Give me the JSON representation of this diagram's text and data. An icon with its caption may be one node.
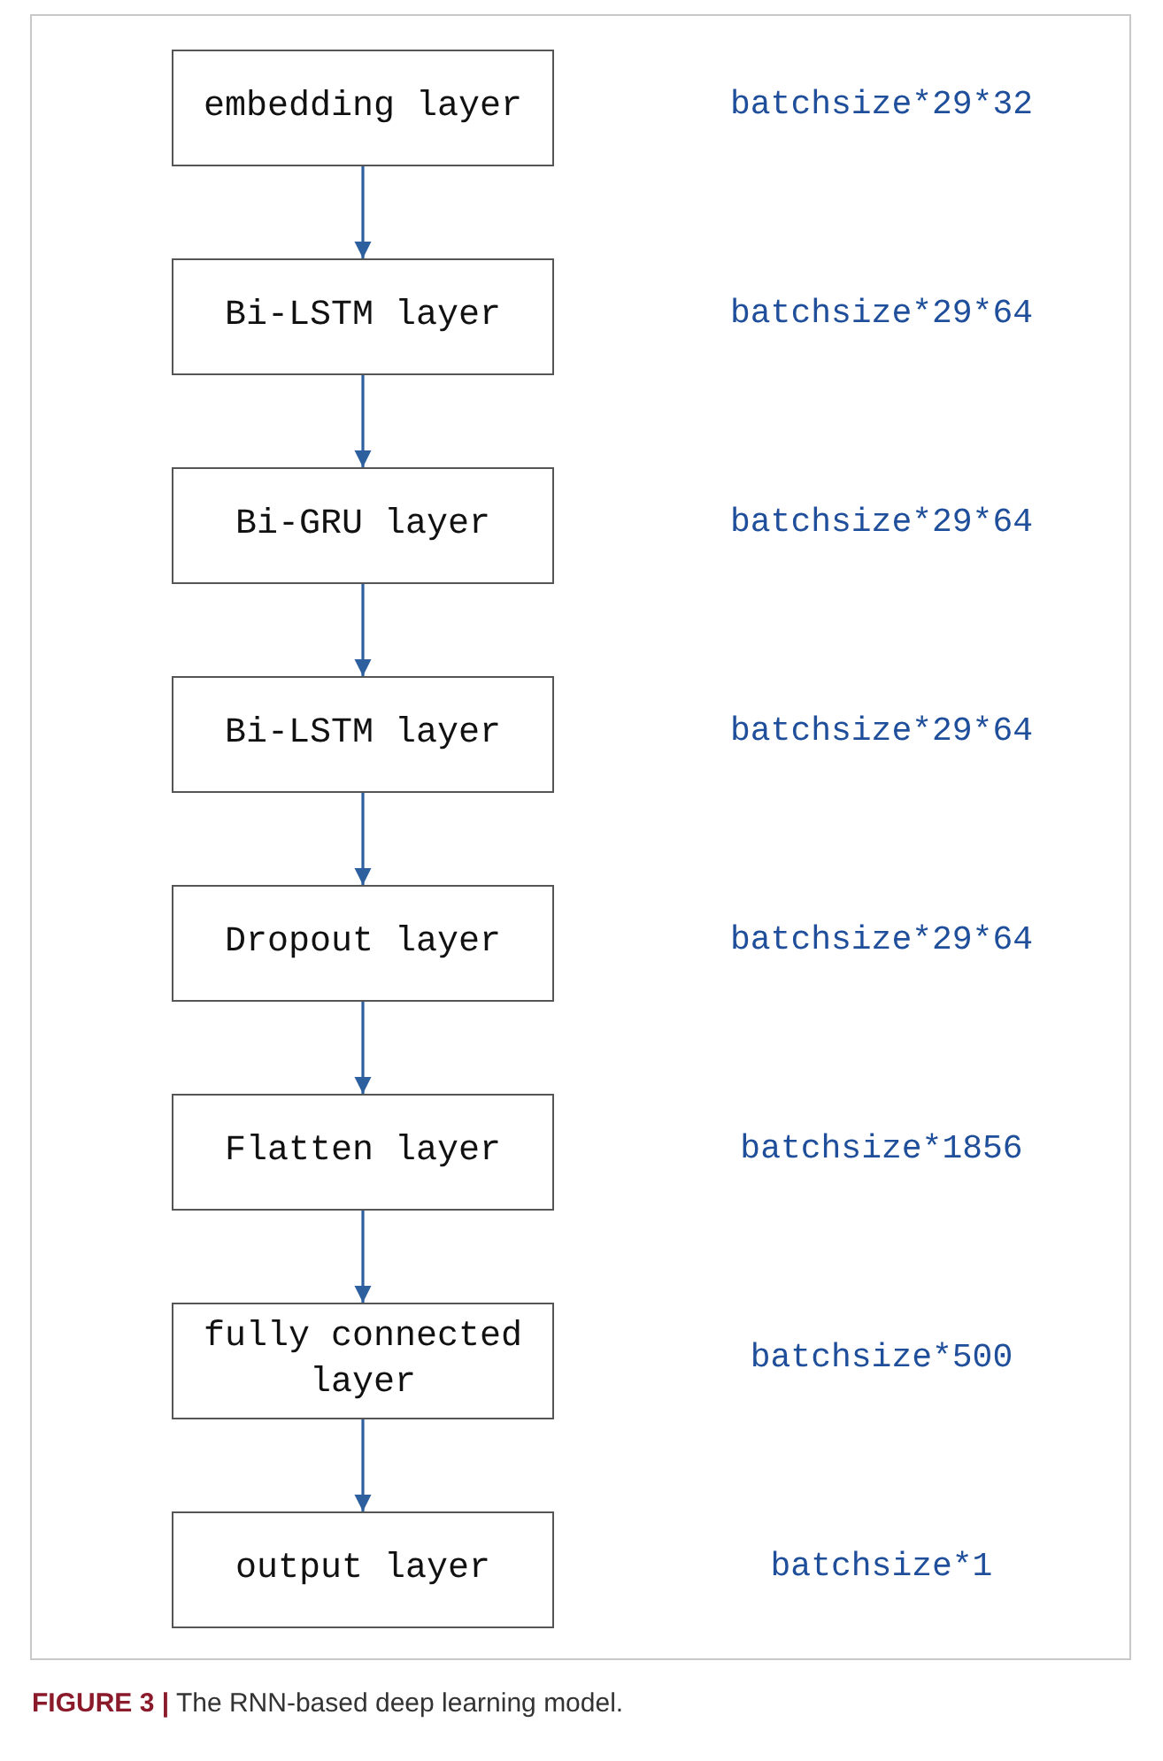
{
  "diagram": {
    "caption": "**FIGURE 3 |** The RNN-based deep learning model.",
    "nodes": [
      {
        "text": [
          "embedding layer"
        ]
      },
      {
        "text": [
          "Bi-LSTM layer"
        ]
      },
      {
        "text": [
          "Bi-GRU layer"
        ]
      },
      {
        "text": [
          "Bi-LSTM layer"
        ]
      },
      {
        "text": [
          "Dropout layer"
        ]
      },
      {
        "text": [
          "Flatten layer"
        ]
      },
      {
        "text": [
          "fully connected layer"
        ]
      },
      {
        "text": [
          "output layer"
        ]
      }
    ],
    "edges": [
      {
        "from": 0,
        "to": 1,
        "arrow": "to"
      },
      {
        "from": 1,
        "to": 2,
        "arrow": "to"
      },
      {
        "from": 2,
        "to": 3,
        "arrow": "to"
      },
      {
        "from": 3,
        "to": 4,
        "arrow": "to"
      },
      {
        "from": 4,
        "to": 5,
        "arrow": "to"
      },
      {
        "from": 5,
        "to": 6,
        "arrow": "to"
      },
      {
        "from": 6,
        "to": 7,
        "arrow": "to"
      }
    ],
    "labels": [
      "batchsize*29*32",
      "batchsize*29*64",
      "batchsize*29*64",
      "batchsize*29*64",
      "batchsize*29*64",
      "batchsize*1856",
      "batchsize*500",
      "batchsize*1"
    ]
  }
}
